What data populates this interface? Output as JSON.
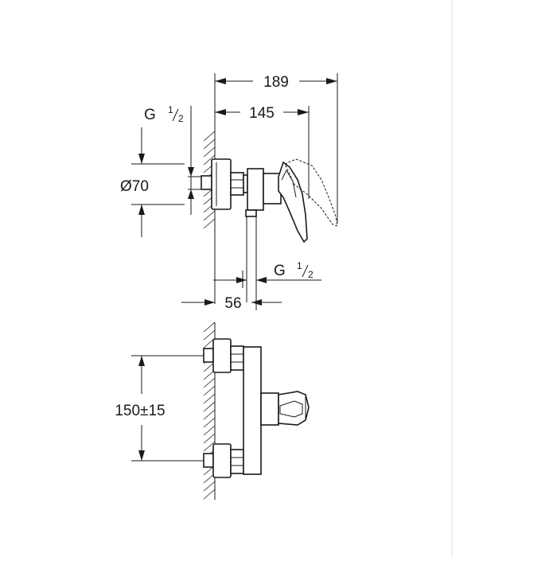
{
  "dimensions": {
    "overall_depth": "189",
    "lever_depth": "145",
    "inlet_thread_prefix": "G ",
    "inlet_thread_num": "1",
    "inlet_thread_den": "2",
    "diameter": "Ø70",
    "outlet_thread_prefix": "G ",
    "outlet_thread_num": "1",
    "outlet_thread_den": "2",
    "outlet_offset": "56",
    "centre_distance": "150±15"
  }
}
